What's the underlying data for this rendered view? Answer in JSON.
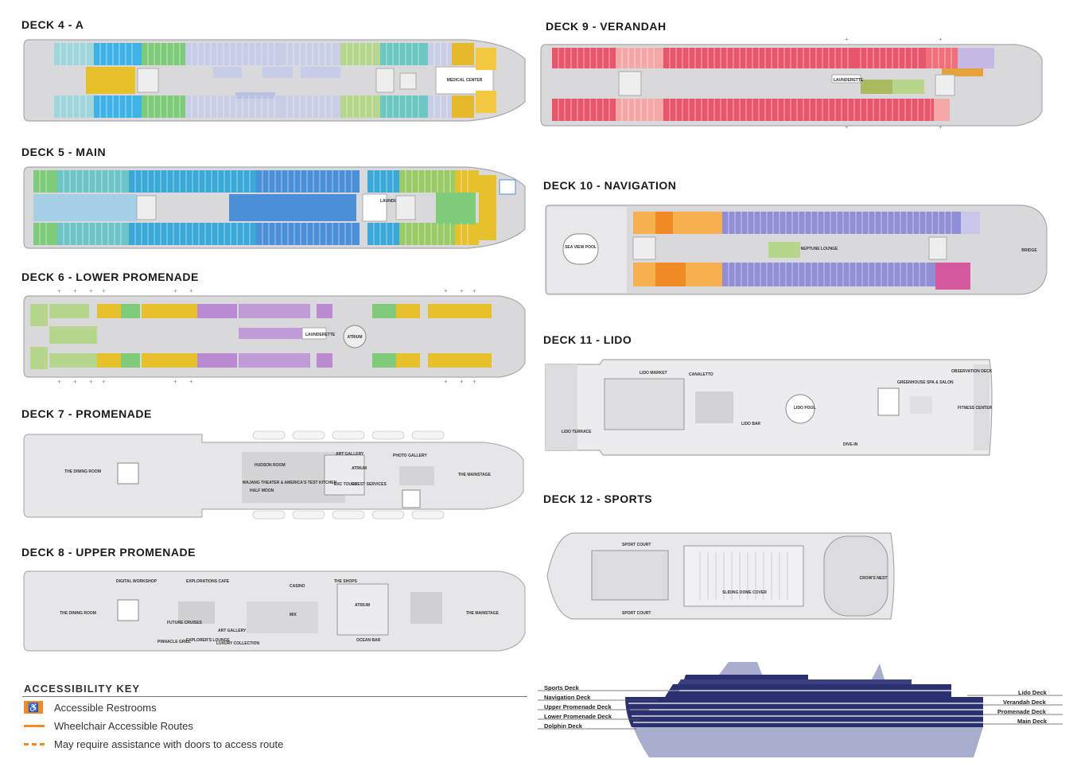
{
  "decks": {
    "d4": {
      "title": "DECK 4 - A",
      "labels": {
        "medical": "MEDICAL CENTER"
      }
    },
    "d5": {
      "title": "DECK 5 - MAIN",
      "labels": {
        "laundry": "LAUNDERETTE"
      }
    },
    "d6": {
      "title": "DECK 6 - LOWER PROMENADE",
      "labels": {
        "atrium": "ATRIUM",
        "laundry": "LAUNDERETTE"
      }
    },
    "d7": {
      "title": "DECK 7 - PROMENADE",
      "labels": {
        "dining": "THE DINING ROOM",
        "hudson": "HUDSON ROOM",
        "halfmoon": "HALF MOON",
        "mainstage": "THE MAINSTAGE",
        "atrium": "ATRIUM",
        "artgallery": "ART GALLERY",
        "photo": "PHOTO GALLERY",
        "exc": "EXC TOURS",
        "guest": "GUEST SERVICES",
        "kitchen": "WAJANG THEATER & AMERICA'S TEST KITCHEN"
      }
    },
    "d8": {
      "title": "DECK 8 - UPPER PROMENADE",
      "labels": {
        "digital": "DIGITAL WORKSHOP",
        "explorations": "EXPLORATIONS CAFE",
        "casino": "CASINO",
        "shops": "THE SHOPS",
        "atrium": "ATRIUM",
        "mainstage": "THE MAINSTAGE",
        "dining": "THE DINING ROOM",
        "future": "FUTURE CRUISES",
        "pinnacle": "PINNACLE GRILL",
        "explorers": "EXPLORER'S LOUNGE",
        "mix": "MIX",
        "art": "ART GALLERY",
        "ocean": "OCEAN BAR",
        "luxury": "LUXURY COLLECTION"
      }
    },
    "d9": {
      "title": "DECK 9 - VERANDAH",
      "labels": {
        "laundry": "LAUNDERETTE"
      }
    },
    "d10": {
      "title": "DECK 10 - NAVIGATION",
      "labels": {
        "seaview": "SEA VIEW POOL",
        "neptune": "NEPTUNE LOUNGE",
        "bridge": "BRIDGE"
      }
    },
    "d11": {
      "title": "DECK 11 - LIDO",
      "labels": {
        "lidomarket": "LIDO MARKET",
        "canaletto": "CANALETTO",
        "lidopool": "LIDO POOL",
        "lidobar": "LIDO BAR",
        "greenhouse": "GREENHOUSE SPA & SALON",
        "observation": "OBSERVATION DECK",
        "fitness": "FITNESS CENTER",
        "lidoterrace": "LIDO TERRACE",
        "divein": "DIVE-IN"
      }
    },
    "d12": {
      "title": "DECK 12 - SPORTS",
      "labels": {
        "sportcourt": "SPORT COURT",
        "dome": "SLIDING DOME COVER",
        "crows": "CROW'S NEST"
      }
    }
  },
  "key": {
    "title": "ACCESSIBILITY KEY",
    "items": [
      {
        "label": "Accessible Restrooms"
      },
      {
        "label": "Wheelchair Accessible Routes"
      },
      {
        "label": "May require assistance with doors to access route"
      }
    ]
  },
  "profile": {
    "left": [
      "Sports Deck",
      "Navigation Deck",
      "Upper Promenade Deck",
      "Lower Promenade Deck",
      "Dolphin Deck"
    ],
    "right": [
      "Lido Deck",
      "Verandah Deck",
      "Promenade Deck",
      "Main Deck"
    ]
  },
  "colors": {
    "hull": "#d8d8da",
    "hull_stroke": "#a9a9ab",
    "accent_orange": "#f08a24",
    "ship_navy": "#2b3170",
    "ship_light": "#a7adcc"
  }
}
